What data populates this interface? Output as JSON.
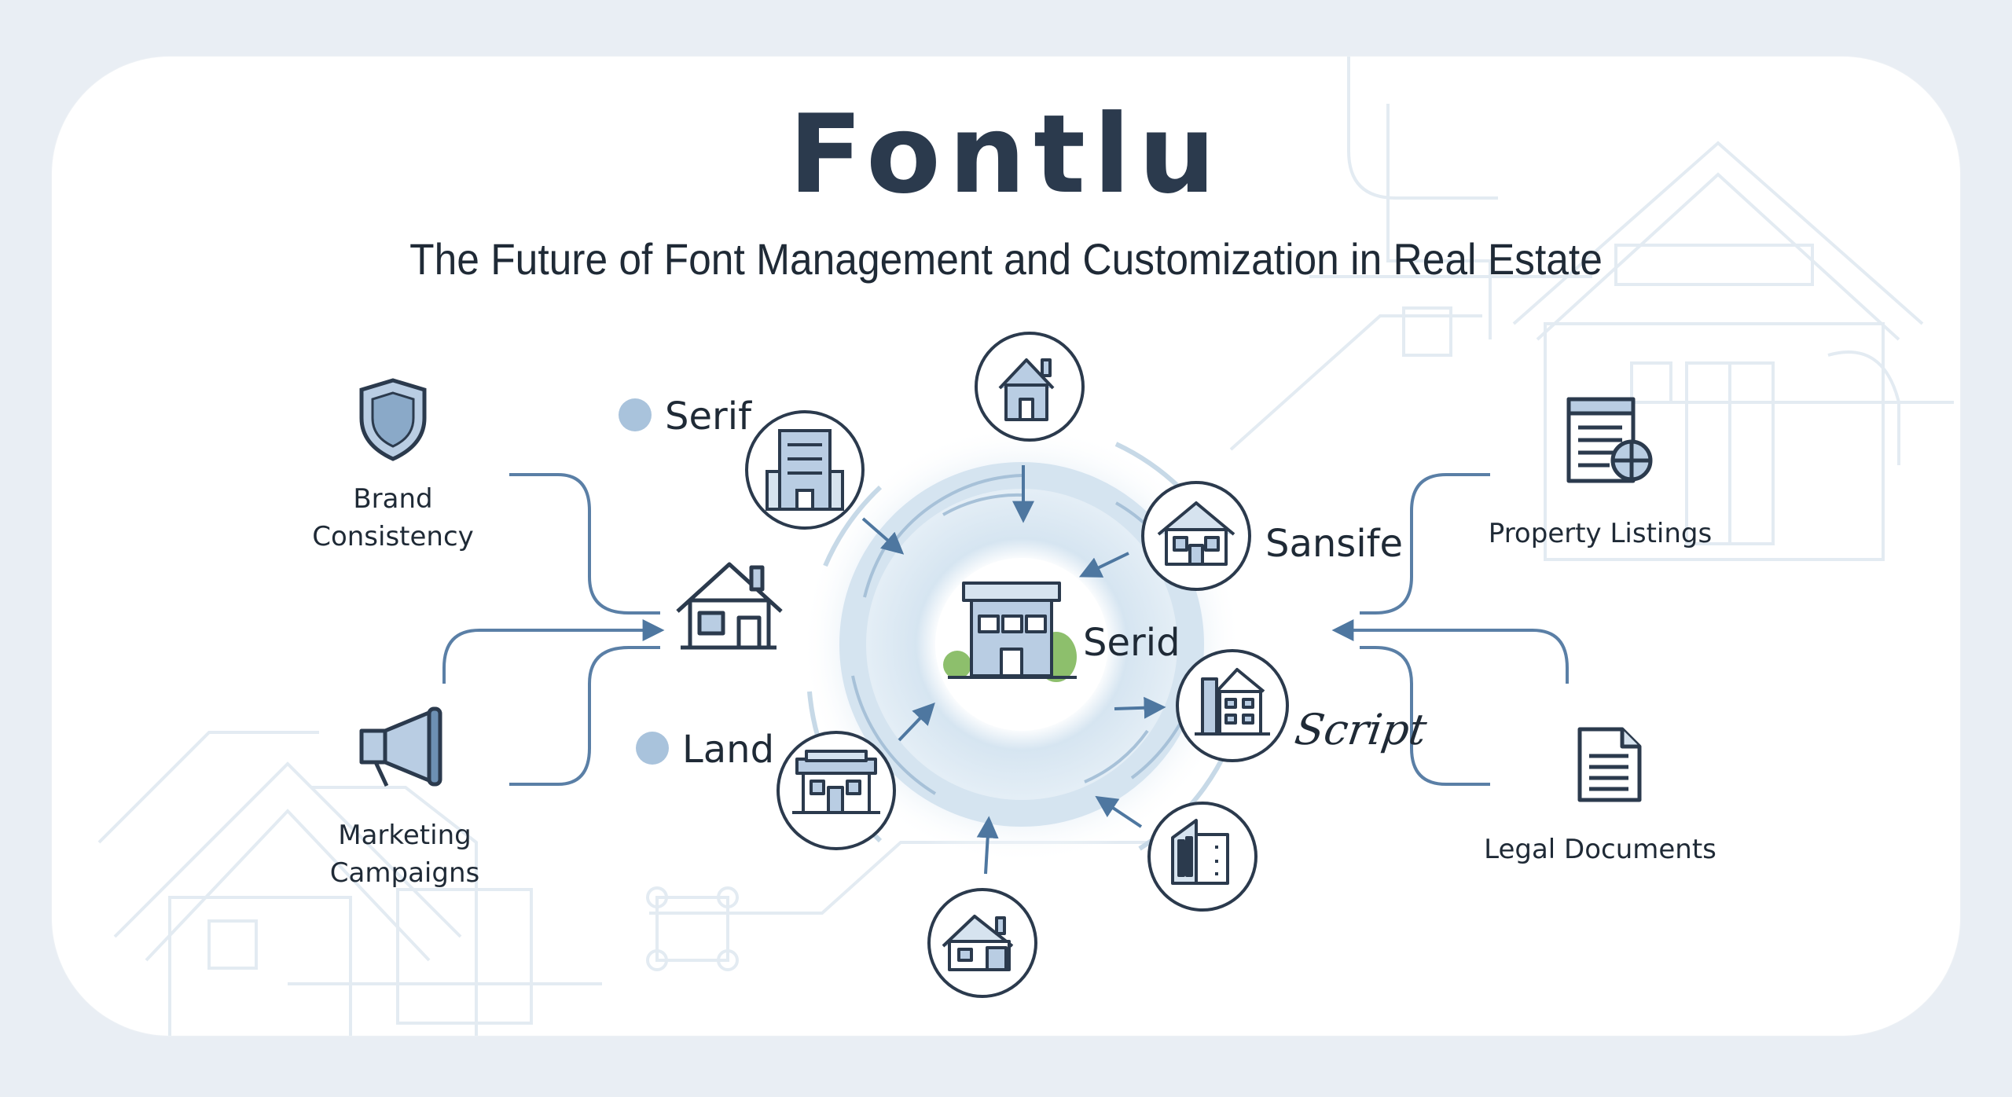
{
  "title": "Fontlu",
  "subtitle": "The Future of Font Management and Customization in Real Estate",
  "left_nodes": {
    "brand": {
      "label_line1": "Brand",
      "label_line2": "Consistency",
      "icon": "shield-icon"
    },
    "marketing": {
      "label_line1": "Marketing",
      "label_line2": "Campaigns",
      "icon": "megaphone-icon"
    }
  },
  "right_nodes": {
    "listings": {
      "label": "Property Listings",
      "icon": "listing-document-icon"
    },
    "legal": {
      "label": "Legal Documents",
      "icon": "document-icon"
    }
  },
  "font_labels": {
    "serif": "Serif",
    "land": "Land",
    "sansife": "Sansife",
    "serid": "Serid",
    "script": "Script"
  },
  "colors": {
    "accent": "#3d6a94",
    "icon_fill": "#b9cde3",
    "line": "#5a7fa6",
    "text": "#1f2a36",
    "title": "#2b3a4d",
    "ring": "#dce8f2"
  }
}
